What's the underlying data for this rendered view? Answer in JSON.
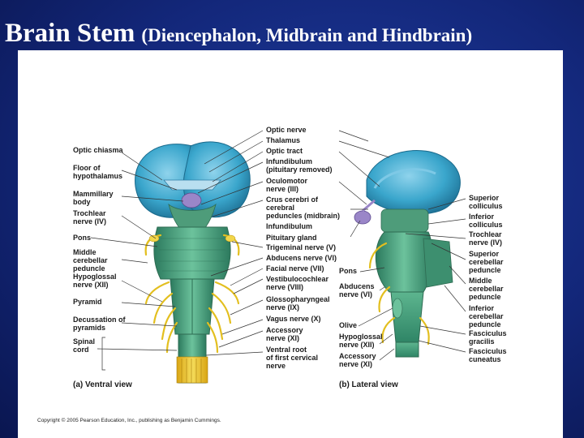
{
  "slide": {
    "title_main": "Brain Stem",
    "title_sub": "(Diencephalon, Midbrain and Hindbrain)"
  },
  "figure": {
    "left_labels": [
      "Optic chiasma",
      "Floor of",
      "hypothalamus",
      "Mammillary",
      "body",
      "Trochlear",
      "nerve (IV)",
      "Pons",
      "Middle",
      "cerebellar",
      "peduncle",
      "Hypoglossal",
      "nerve (XII)",
      "Pyramid",
      "Decussation of",
      "pyramids",
      "Spinal",
      "cord"
    ],
    "center_labels": [
      "Optic nerve",
      "Thalamus",
      "Optic tract",
      "Infundibulum",
      "(pituitary removed)",
      "Oculomotor",
      "nerve (III)",
      "Crus cerebri of",
      "cerebral",
      "peduncles (midbrain)",
      "Infundibulum",
      "Pituitary gland",
      "Trigeminal nerve (V)",
      "Abducens nerve (VI)",
      "Facial nerve (VII)",
      "Vestibulocochlear",
      "nerve (VIII)",
      "Glossopharyngeal",
      "nerve (IX)",
      "Vagus nerve (X)",
      "Accessory",
      "nerve (XI)",
      "Ventral root",
      "of first cervical",
      "nerve"
    ],
    "lateral_inner_labels": [
      "Pons",
      "Abducens",
      "nerve (VI)",
      "Olive",
      "Hypoglossal",
      "nerve (XII)",
      "Accessory",
      "nerve (XI)"
    ],
    "right_labels": [
      "Superior",
      "colliculus",
      "Inferior",
      "colliculus",
      "Trochlear",
      "nerve (IV)",
      "Superior",
      "cerebellar",
      "peduncle",
      "Middle",
      "cerebellar",
      "peduncle",
      "Inferior",
      "cerebellar",
      "peduncle",
      "Fasciculus",
      "gracilis",
      "Fasciculus",
      "cuneatus"
    ],
    "caption_a": "(a) Ventral view",
    "caption_b": "(b) Lateral view",
    "copyright": "Copyright © 2005 Pearson Education, Inc., publishing as Benjamin Cummings.",
    "colors": {
      "cerebrum_blue": "#3aa6cc",
      "brainstem_green": "#3f9e7e",
      "nerve_yellow": "#e8c62a",
      "pituitary_purple": "#9a86c8"
    }
  }
}
